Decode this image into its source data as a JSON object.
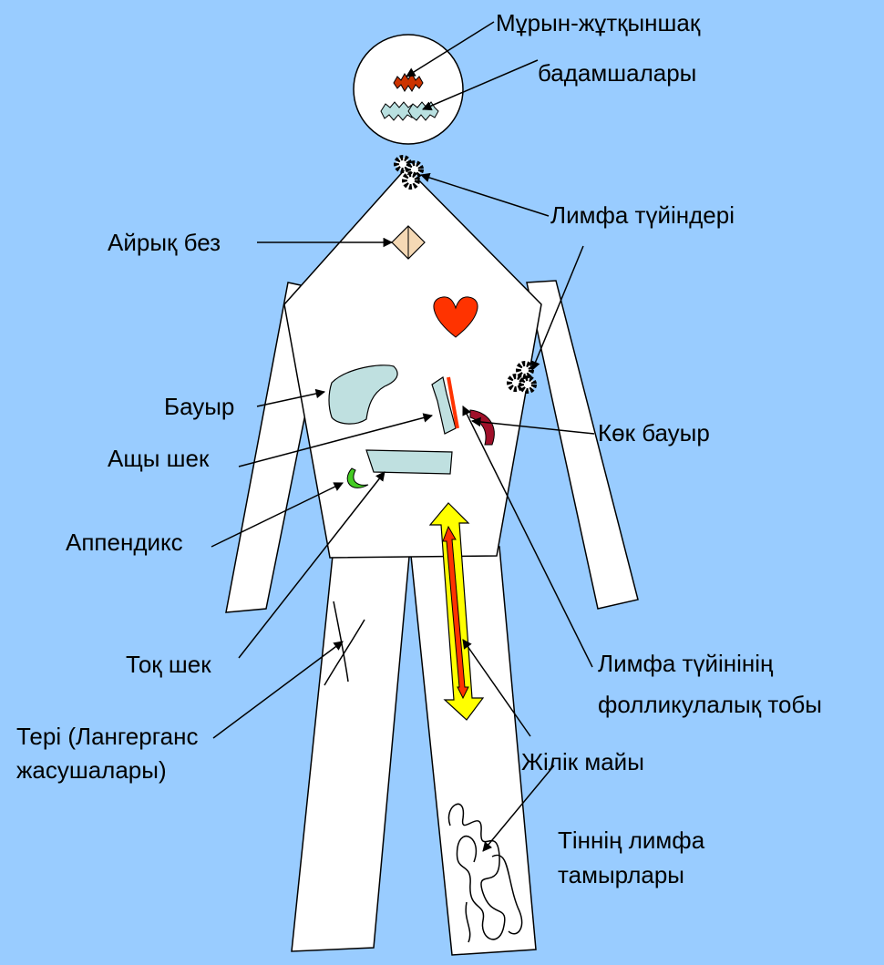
{
  "labels": {
    "nasopharynx_line1": "Мұрын-жұтқыншақ",
    "nasopharynx_line2": "бадамшалары",
    "lymph_nodes": "Лимфа түйіндері",
    "thymus": "Айрық без",
    "liver": "Бауыр",
    "small_intestine": "Ащы шек",
    "spleen": "Көк бауыр",
    "appendix": "Аппендикс",
    "large_intestine": "Тоқ шек",
    "follicles_line1": "Лимфа түйінінің",
    "follicles_line2": "фолликулалық тобы",
    "skin_line1": "Тері (Лангерганс",
    "skin_line2": "жасушалары)",
    "bone_marrow": "Жілік майы",
    "lymph_vessels_line1": "Тіннің лимфа",
    "lymph_vessels_line2": "тамырлары"
  },
  "colors": {
    "background": "#99ccff",
    "body": "#ffffff",
    "heart": "#ff3300",
    "tonsil_top": "#cc3300",
    "tonsils_lower": "#b9e0e0",
    "liver": "#bfe0e0",
    "spleen": "#a0102a",
    "appendix": "#44cc22",
    "thymus": "#f5d9b5",
    "bone_marrow_outer": "#ffff00",
    "bone_marrow_inner": "#ff3300",
    "lymph_node": "#000000"
  },
  "icons": {
    "heart": "heart-icon",
    "lymph_node": "lymph-node-icon",
    "tonsil": "tonsil-icon"
  }
}
